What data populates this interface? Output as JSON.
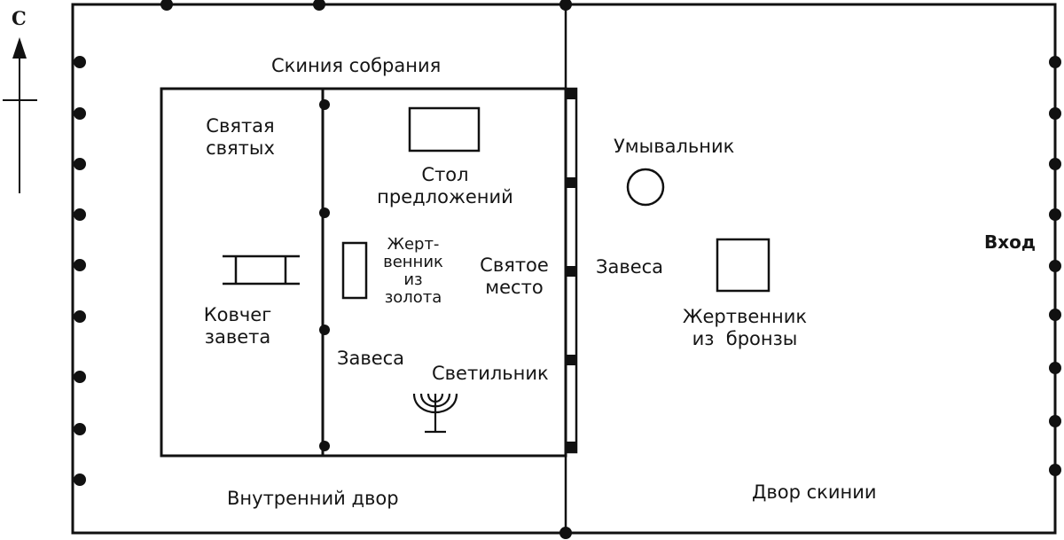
{
  "compass": {
    "north_label": "С"
  },
  "labels": {
    "tabernacle": "Скиния собрания",
    "holy_of_holies": [
      "Святая",
      "святых"
    ],
    "table": [
      "Стол",
      "предложений"
    ],
    "laver": "Умывальник",
    "golden_altar": [
      "Жерт-",
      "венник",
      "из",
      "золота"
    ],
    "holy_place": [
      "Святое",
      "место"
    ],
    "curtain_outer": "Завеса",
    "entrance": "Вход",
    "ark": [
      "Ковчег",
      "завета"
    ],
    "bronze_altar": [
      "Жертвенник",
      "из  бронзы"
    ],
    "curtain_inner": "Завеса",
    "lampstand": "Светильник",
    "inner_court": "Внутренний двор",
    "outer_court": "Двор скинии"
  },
  "colors": {
    "ink": "#111111",
    "background": "#ffffff"
  }
}
